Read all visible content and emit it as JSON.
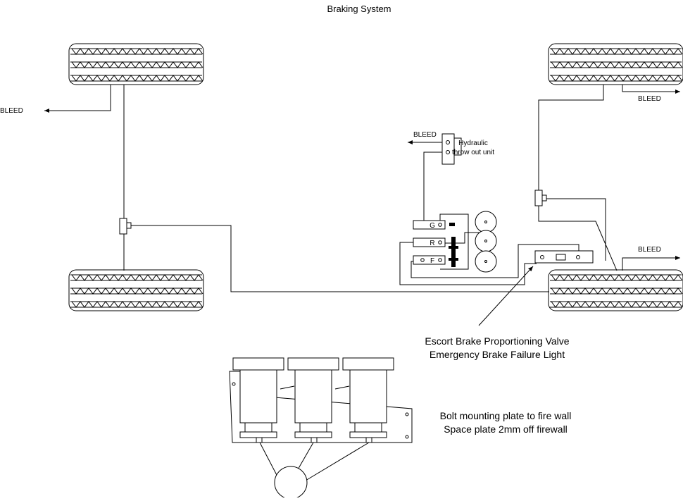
{
  "title": "Braking System",
  "labels": {
    "bleed_front_left": "BLEED",
    "bleed_rear_right": "BLEED",
    "bleed_throwout": "BLEED",
    "bleed_front_right": "BLEED",
    "hydraulic_line1": "Hydraulic",
    "hydraulic_line2": "throw out unit",
    "port_g": "G",
    "port_r": "R",
    "port_f": "F",
    "valve_line1": "Escort Brake Proportioning Valve",
    "valve_line2": "Emergency Brake Failure Light",
    "plate_line1": "Bolt mounting plate to fire wall",
    "plate_line2": "Space plate 2mm off firewall"
  },
  "colors": {
    "line": "#000000",
    "background": "#ffffff"
  }
}
